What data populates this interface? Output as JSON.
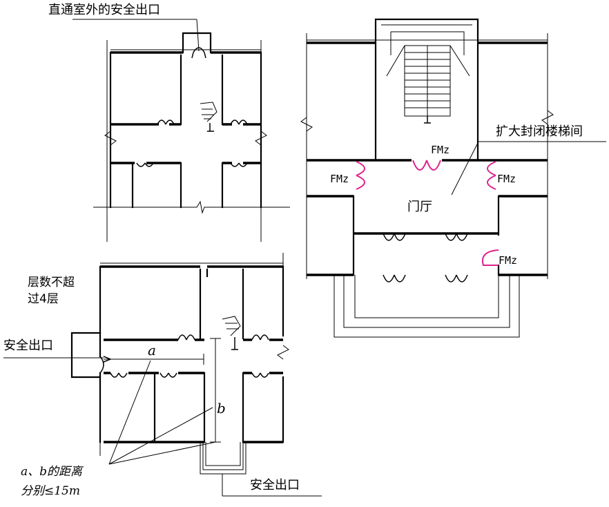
{
  "labels": {
    "exit_direct": "直通室外的安全出口",
    "enlarged_stair": "扩大封闭楼梯间",
    "lobby": "门厅",
    "floors_line1": "层数不超",
    "floors_line2": "过4层",
    "exit_left": "安全出口",
    "exit_bottom": "安全出口",
    "dim_a": "a",
    "dim_b": "b",
    "note_line1": "a、b的距离",
    "note_line2": "分别≤15m",
    "fm_door": "FMz"
  },
  "colors": {
    "wall": "#000000",
    "fire_door": "#e0208c",
    "background": "#ffffff"
  }
}
